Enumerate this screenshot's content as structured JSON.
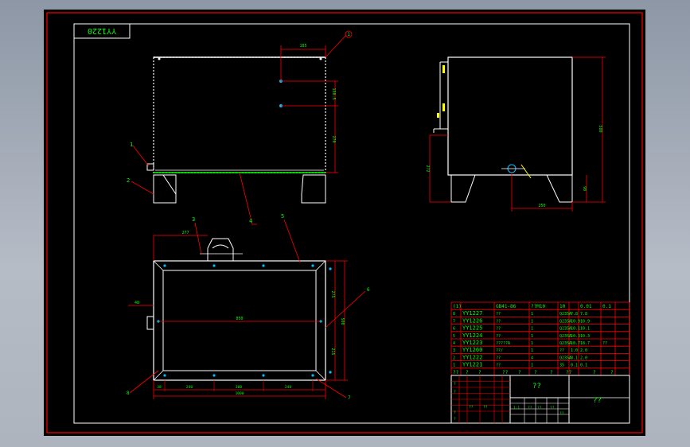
{
  "drawing": {
    "drawing_number": "YY1220",
    "balloons": [
      "1",
      "2",
      "3",
      "4",
      "5",
      "6",
      "7",
      "8"
    ],
    "dimensions": {
      "front_top": "185",
      "front_side_upper": "138.5",
      "front_side_lower": "270",
      "side_height": "580",
      "side_left": "272",
      "side_bottom": "250",
      "side_foot": "90",
      "top_width_dim": "277",
      "top_left_small": "48",
      "top_inner": "850",
      "top_right_a": "275",
      "top_right_b": "500",
      "top_right_c": "215",
      "top_seg_1": "38",
      "top_seg_2": "240",
      "top_seg_3": "300",
      "top_seg_4": "240",
      "top_overall": "1000"
    }
  },
  "title_block": {
    "header": [
      "(1)",
      "GB41-86",
      "??M10",
      "10",
      "",
      "0.01",
      "0.1"
    ],
    "rows": [
      [
        "8",
        "YY1227",
        "??",
        "1",
        "Q235A",
        "7.8",
        "7.8"
      ],
      [
        "7",
        "YY1226",
        "??",
        "1",
        "Q235A",
        "10.9",
        "10.9"
      ],
      [
        "6",
        "YY1225",
        "??",
        "1",
        "Q235A",
        "10.1",
        "10.1"
      ],
      [
        "5",
        "YY1224",
        "??",
        "1",
        "Q235A",
        "10.3",
        "10.3"
      ],
      [
        "4",
        "YY1223",
        "?????A",
        "1",
        "Q235A",
        "18.7",
        "18.7",
        "??"
      ],
      [
        "3",
        "YY1260",
        "??/",
        "1",
        "??",
        "1.0",
        "2.0"
      ],
      [
        "2",
        "YY1222",
        "??",
        "4",
        "Q235A",
        "0.1",
        "2.0"
      ],
      [
        "1",
        "YY1221",
        "??",
        "1",
        "35",
        "0.1",
        "0.1"
      ]
    ],
    "header_bottom": [
      "??",
      "?",
      "?",
      "??",
      "?",
      "?",
      "?",
      "??",
      "?",
      "?"
    ],
    "center_label": "??",
    "right_label": "??",
    "small_cells": [
      "?",
      "?",
      "??",
      "??",
      "?",
      "?",
      "1:1",
      "??",
      "??",
      "??",
      "??"
    ]
  },
  "colors": {
    "background": "#000000",
    "frame": "#ff0000",
    "outline": "#ffffff",
    "dimension": "#ff0000",
    "text": "#00ff00",
    "accent": "#ffff00",
    "highlight": "#00bfff"
  }
}
